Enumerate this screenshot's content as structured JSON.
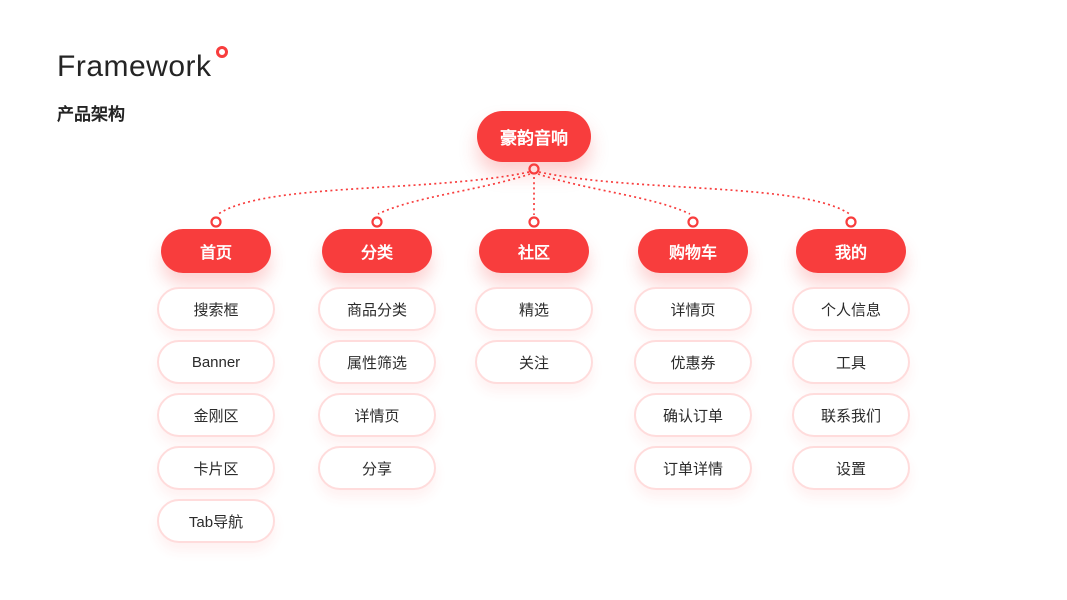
{
  "header": {
    "title": "Framework",
    "subtitle": "产品架构"
  },
  "colors": {
    "accent_red": "#F83D3D",
    "leaf_border": "#FFDCDC",
    "text_dark": "#242424",
    "node_text": "#ffffff"
  },
  "icons": {
    "brand_mark": "ring-icon",
    "connector_dot": "ring-icon"
  },
  "tree": {
    "root": {
      "label": "豪韵音响"
    },
    "branches": [
      {
        "label": "首页",
        "children": [
          "搜索框",
          "Banner",
          "金刚区",
          "卡片区",
          "Tab导航"
        ]
      },
      {
        "label": "分类",
        "children": [
          "商品分类",
          "属性筛选",
          "详情页",
          "分享"
        ]
      },
      {
        "label": "社区",
        "children": [
          "精选",
          "关注"
        ]
      },
      {
        "label": "购物车",
        "children": [
          "详情页",
          "优惠券",
          "确认订单",
          "订单详情"
        ]
      },
      {
        "label": "我的",
        "children": [
          "个人信息",
          "工具",
          "联系我们",
          "设置"
        ]
      }
    ]
  }
}
